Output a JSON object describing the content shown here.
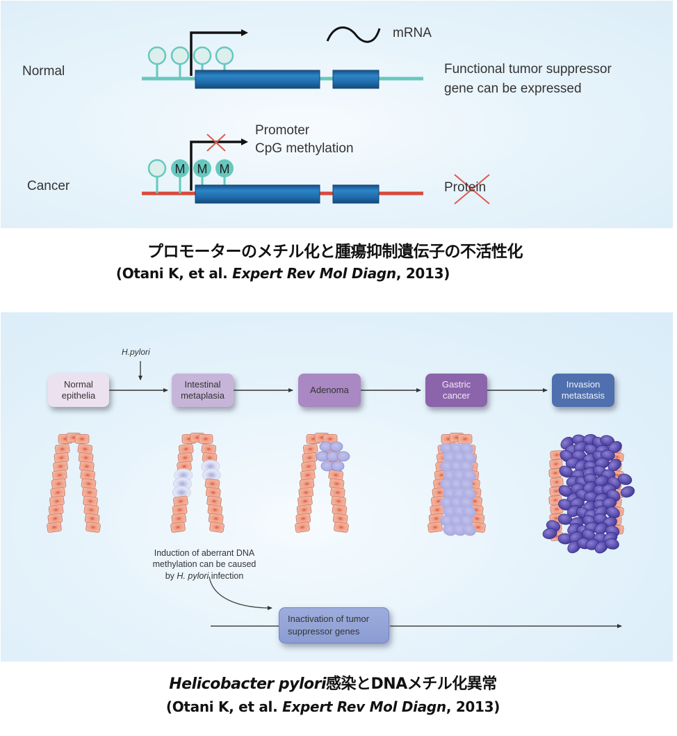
{
  "top_figure": {
    "rows": [
      {
        "label": "Normal",
        "line_color": "#66c8be",
        "methylated_sites": 0,
        "total_sites": 4
      },
      {
        "label": "Cancer",
        "line_color": "#d9483b",
        "methylated_sites": 3,
        "total_sites": 4
      }
    ],
    "mrna_label": "mRNA",
    "normal_result": [
      "Functional tumor suppressor",
      "gene can be expressed"
    ],
    "cancer_annotation": [
      "Promoter",
      "CpG methylation"
    ],
    "methyl_mark": "M",
    "cancer_result": "Protein",
    "colors": {
      "exon": "#1f5f99",
      "exon_highlight": "#2c85c7",
      "cpg_fill": "#dcefec",
      "cpg_stroke": "#66c8be",
      "methyl_fill": "#66c8be",
      "block_x": "#e0584d"
    }
  },
  "caption_top": {
    "title": "プロモーターのメチル化と腫瘍抑制遺伝子の不活性化",
    "cite_prefix": "(Otani K, et al. ",
    "cite_journal": "Expert Rev Mol Diagn",
    "cite_suffix": ", 2013)"
  },
  "bottom_figure": {
    "trigger_label": "H.pylori",
    "stages": [
      {
        "label": [
          "Normal",
          "epithelia"
        ],
        "color": "#ebe1ef",
        "text_color": "#333333"
      },
      {
        "label": [
          "Intestinal",
          "metaplasia"
        ],
        "color": "#c7b5d9",
        "text_color": "#333333"
      },
      {
        "label": [
          "Adenoma"
        ],
        "color": "#a988c3",
        "text_color": "#333333"
      },
      {
        "label": [
          "Gastric",
          "cancer"
        ],
        "color": "#8c64ab",
        "text_color": "#f0eaf5"
      },
      {
        "label": [
          "Invasion",
          "metastasis"
        ],
        "color": "#4f6fae",
        "text_color": "#eef2fa"
      }
    ],
    "note": [
      "Induction of aberrant DNA",
      "methylation can be caused",
      "by ",
      "H. pylori",
      " infection"
    ],
    "inactivation_box": [
      "Inactivation of tumor",
      "suppressor genes"
    ]
  },
  "caption_bottom": {
    "title_italic": "Helicobacter pylori",
    "title_rest": "感染とDNAメチル化異常",
    "cite_prefix": "(Otani K, et al. ",
    "cite_journal": "Expert Rev Mol Diagn",
    "cite_suffix": ", 2013)"
  }
}
